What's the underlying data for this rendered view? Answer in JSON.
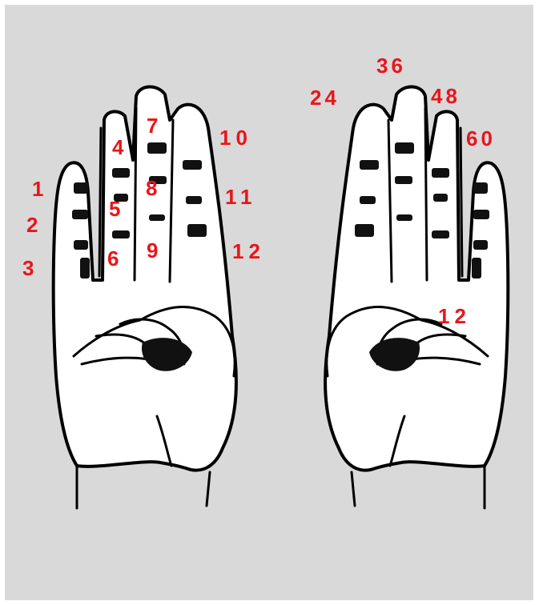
{
  "background_color": "#d9d9d9",
  "label_color": "#e8161b",
  "left_hand": {
    "labels": [
      "1",
      "2",
      "3",
      "4",
      "5",
      "6",
      "7",
      "8",
      "9",
      "10",
      "11",
      "12"
    ]
  },
  "right_hand": {
    "labels": [
      "24",
      "36",
      "48",
      "60",
      "12"
    ]
  }
}
